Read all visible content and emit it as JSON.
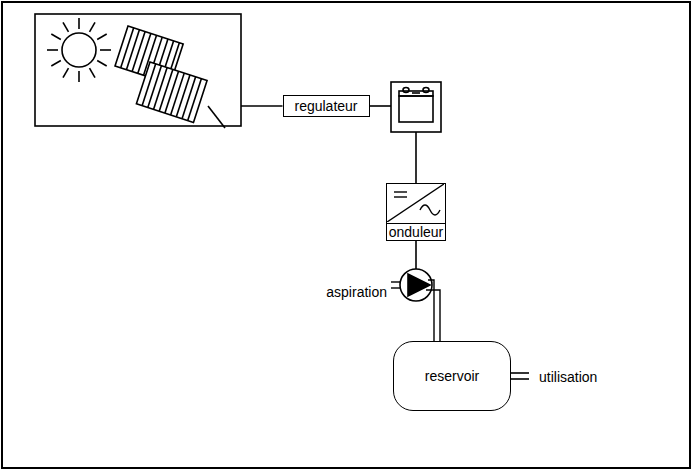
{
  "diagram": {
    "nodes": [
      {
        "text": [
          "regulateur"
        ]
      },
      {
        "text": [
          "onduleur"
        ]
      },
      {
        "text": [
          "reservoir"
        ]
      }
    ],
    "labels": [
      "aspiration",
      "utilisation"
    ]
  }
}
